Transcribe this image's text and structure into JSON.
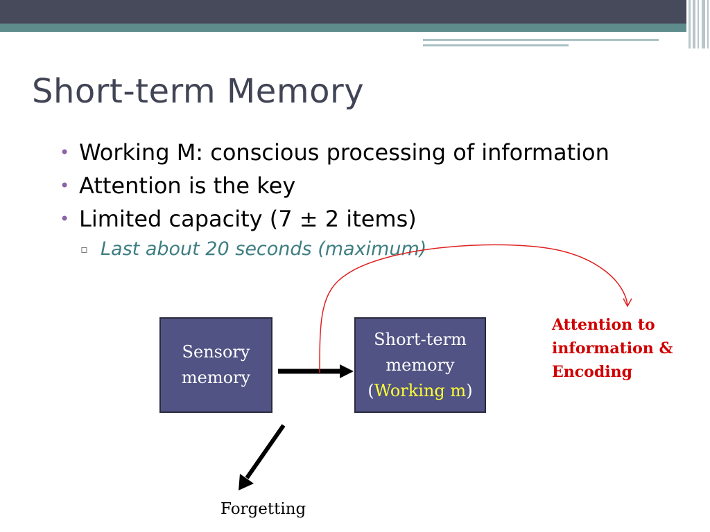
{
  "slide": {
    "title": "Short-term Memory",
    "bullets": [
      "Working M: conscious processing of information",
      "Attention is the key",
      "Limited capacity (7 ± 2 items)"
    ],
    "sub_bullet": "Last about 20 seconds (maximum)",
    "bullet_marker": "•",
    "sub_marker": "▫"
  },
  "diagram": {
    "sensory_box": {
      "line1": "Sensory",
      "line2": "memory"
    },
    "stm_box": {
      "line1": "Short-term",
      "line2": "memory",
      "open_paren": "(",
      "highlight": "Working m",
      "close_paren": ")"
    },
    "annotation": {
      "line1": "Attention to",
      "line2": "information &",
      "line3": "Encoding"
    },
    "forgetting_label": "Forgetting"
  },
  "colors": {
    "title": "#404455",
    "box_fill": "#515384",
    "highlight": "#ffff33",
    "annotation": "#d00000",
    "sub_text": "#3e7e82",
    "bullet_dot": "#8a63a8",
    "header_band": "#474a5a",
    "teal_band": "#5e8c8c"
  }
}
